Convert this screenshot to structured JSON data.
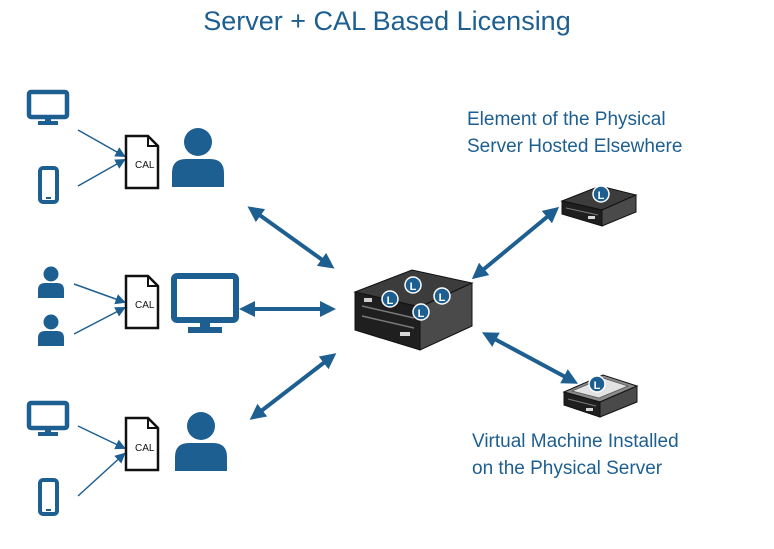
{
  "title": "Server + CAL Based Licensing",
  "labels": {
    "physical_line1": "Element of the Physical",
    "physical_line2": "Server Hosted Elsewhere",
    "virtual_line1": "Virtual Machine Installed",
    "virtual_line2": "on the Physical Server"
  },
  "cal_text": "CAL",
  "license_letter": "L",
  "colors": {
    "primary": "#1e5f91",
    "text": "#1e5f91",
    "server_dark": "#262626",
    "server_mid": "#5a5a5a",
    "badge": "#1e5f91"
  }
}
